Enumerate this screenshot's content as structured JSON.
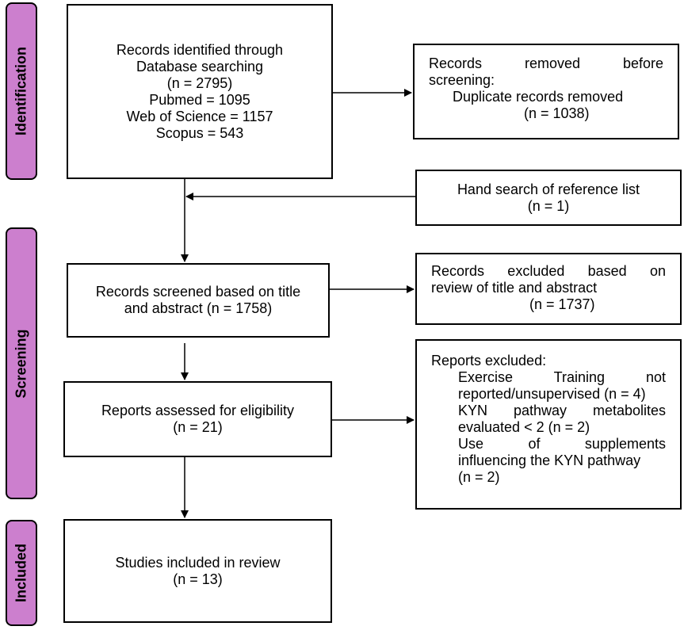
{
  "phases": {
    "identification": "Identification",
    "screening": "Screening",
    "included": "Included"
  },
  "boxes": {
    "identified": {
      "lines": [
        "Records identified through",
        "Database searching",
        "(n = 2795)",
        "Pubmed = 1095",
        "Web of Science = 1157",
        "Scopus = 543"
      ]
    },
    "removed": {
      "line1": "Records removed before",
      "line2": "screening:",
      "line3": "Duplicate records removed",
      "line4": "(n = 1038)"
    },
    "hand_search": {
      "lines": [
        "Hand search of reference list",
        "(n = 1)"
      ]
    },
    "screened": {
      "lines": [
        "Records screened based on title",
        "and abstract (n = 1758)"
      ]
    },
    "excluded_title": {
      "line1": "Records excluded based on",
      "line2": "review of title and abstract",
      "line3": "(n = 1737)"
    },
    "assessed": {
      "lines": [
        "Reports assessed for eligibility",
        "(n = 21)"
      ]
    },
    "reports_excluded": {
      "header": "Reports excluded:",
      "items": [
        "Exercise Training not",
        "reported/unsupervised (n = 4)",
        "KYN pathway metabolites",
        "evaluated < 2 (n = 2)",
        "Use of supplements",
        "influencing the KYN pathway",
        "(n = 2)"
      ]
    },
    "included": {
      "lines": [
        "Studies included in review",
        "(n = 13)"
      ]
    }
  }
}
